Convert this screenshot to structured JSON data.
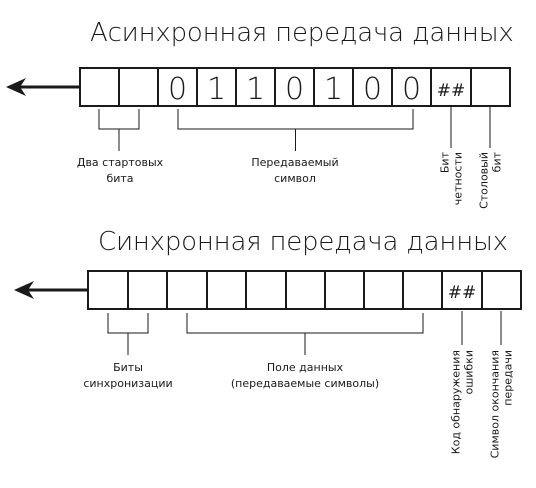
{
  "colors": {
    "stroke": "#1a1a1a",
    "text": "#1a1a1a",
    "background": "#ffffff"
  },
  "async": {
    "title": "Асинхронная передача данных",
    "digits": [
      "0",
      "1",
      "1",
      "0",
      "1",
      "0",
      "0"
    ],
    "parity_symbol": "##",
    "labels": {
      "start_bits": [
        "Два стартовых",
        "бита"
      ],
      "data_symbol": [
        "Передаваемый",
        "символ"
      ],
      "parity_bit": [
        "Бит",
        "четности"
      ],
      "stop_bit": [
        "Столовый",
        "бит"
      ]
    }
  },
  "sync": {
    "title": "Синхронная передача данных",
    "error_symbol": "##",
    "labels": {
      "sync_bits": [
        "Биты",
        "синхронизации"
      ],
      "data_field": [
        "Поле данных",
        "(передаваемые символы)"
      ],
      "error_code": [
        "Код обнаружения",
        "ошибки"
      ],
      "end_symbol": [
        "Символ окончания",
        "передачи"
      ]
    }
  }
}
